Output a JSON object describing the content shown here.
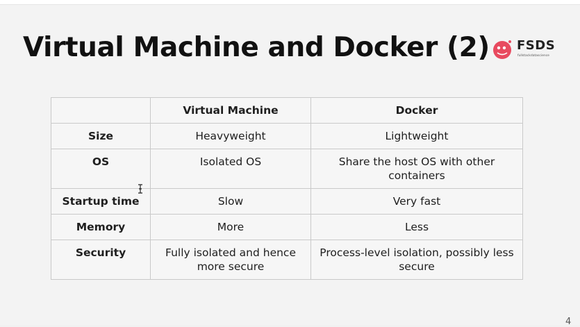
{
  "slide": {
    "title": "Virtual Machine and Docker (2)",
    "page_number": "4"
  },
  "logo": {
    "text": "FSDS",
    "subtitle": "fullstackdatascience",
    "icon": "fsds-logo-icon",
    "accent_color": "#e84a5f"
  },
  "table": {
    "headers": [
      "",
      "Virtual Machine",
      "Docker"
    ],
    "rows": [
      {
        "label": "Size",
        "vm": "Heavyweight",
        "docker": "Lightweight"
      },
      {
        "label": "OS",
        "vm": "Isolated OS",
        "docker": "Share the host OS with other containers"
      },
      {
        "label": "Startup time",
        "vm": "Slow",
        "docker": "Very fast"
      },
      {
        "label": "Memory",
        "vm": "More",
        "docker": "Less"
      },
      {
        "label": "Security",
        "vm": "Fully isolated and hence more secure",
        "docker": "Process-level isolation, possibly less secure"
      }
    ]
  },
  "cursor": {
    "icon": "text-cursor-icon"
  }
}
